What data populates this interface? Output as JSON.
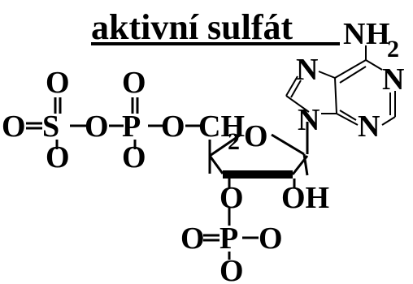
{
  "title": "aktivní sulfát",
  "colors": {
    "ink": "#000000",
    "background": "#ffffff"
  },
  "atoms": {
    "o_top_s": "O",
    "o_top_p1": "O",
    "o_left": "O",
    "s": "S",
    "o_bridge_1": "O",
    "p1": "P",
    "o_bridge_2": "O",
    "ch": "CH",
    "ch_sub": "2",
    "o_ring": "O",
    "o_bottom_s": "O",
    "o_bottom_p1": "O",
    "n_amine": "N",
    "h_amine": "H",
    "amine_sub": "2",
    "n7": "N",
    "n1": "N",
    "n9": "N",
    "n3": "N",
    "o_3prime": "O",
    "oh": "OH",
    "o_p2_left": "O",
    "p2": "P",
    "o_p2_right": "O",
    "o_p2_bottom": "O"
  }
}
